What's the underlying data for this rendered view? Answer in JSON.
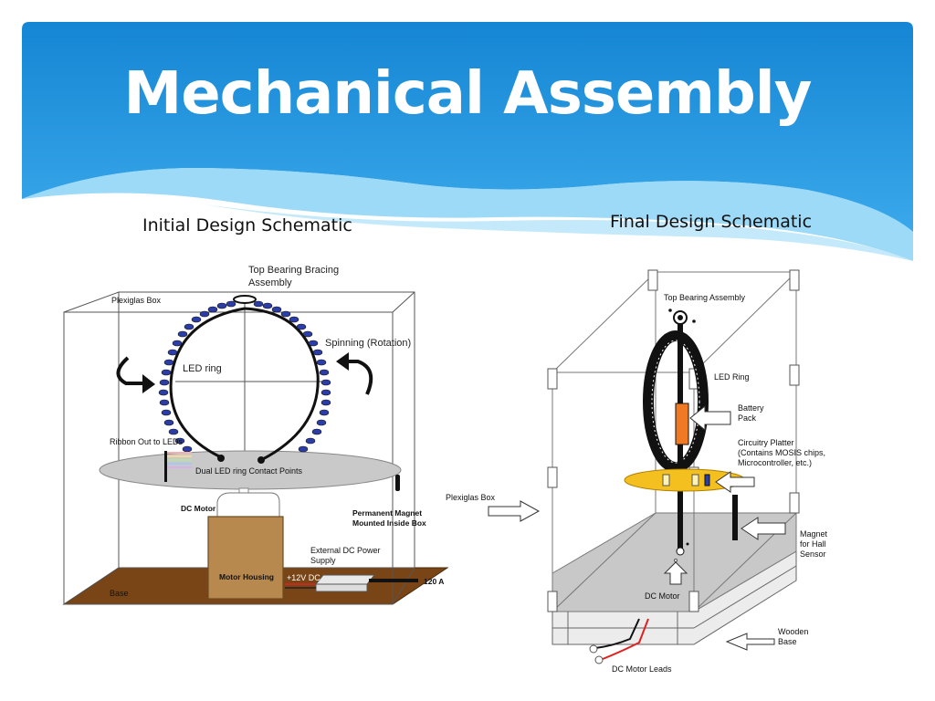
{
  "slide": {
    "title": "Mechanical Assembly",
    "left_caption": "Initial Design Schematic",
    "right_caption": "Final Design Schematic"
  },
  "initial_schematic": {
    "top_bearing_line1": "Top Bearing Bracing",
    "top_bearing_line2": "Assembly",
    "plexiglas_box": "Plexiglas Box",
    "led_ring": "LED ring",
    "spinning": "Spinning (Rotation)",
    "ribbon": "Ribbon Out to LEDs",
    "contact_points": "Dual LED ring Contact Points",
    "dc_motor": "DC Motor",
    "magnet_line1": "Permanent Magnet",
    "magnet_line2": "Mounted Inside Box",
    "power_line1": "External DC Power",
    "power_line2": "Supply",
    "motor_housing": "Motor Housing",
    "voltage": "+12V DC",
    "base": "Base",
    "mains": "120 A"
  },
  "final_schematic": {
    "top_bearing": "Top Bearing Assembly",
    "led_ring": "LED Ring",
    "battery_line1": "Battery",
    "battery_line2": "Pack",
    "platter_line1": "Circuitry Platter",
    "platter_line2": "(Contains MOSIS chips,",
    "platter_line3": "Microcontroller, etc.)",
    "plexiglas_box": "Plexiglas Box",
    "magnet_line1": "Magnet",
    "magnet_line2": "for Hall",
    "magnet_line3": "Sensor",
    "dc_motor": "DC Motor",
    "base_line1": "Wooden",
    "base_line2": "Base",
    "leads": "DC Motor Leads"
  },
  "colors": {
    "banner_top": "#1a8fd8",
    "banner_light": "#5cc0f2",
    "base_brown": "#7a4516",
    "housing_tan": "#b8894f",
    "led_blue": "#2a3da8",
    "battery_orange": "#f07a24",
    "platter_yellow": "#f4c020",
    "platform_gray": "#c8c8c8"
  }
}
